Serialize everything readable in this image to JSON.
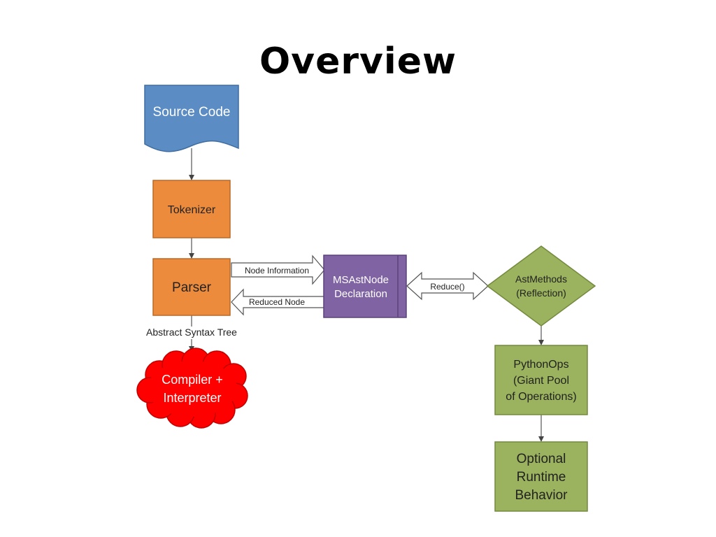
{
  "slide": {
    "title": "Overview"
  },
  "diagram": {
    "nodes": {
      "source_code": {
        "label": "Source Code",
        "shape": "document",
        "color": "#5b8cc4"
      },
      "tokenizer": {
        "label": "Tokenizer",
        "shape": "rectangle",
        "color": "#ec8b3c"
      },
      "parser": {
        "label": "Parser",
        "shape": "rectangle",
        "color": "#ec8b3c"
      },
      "compiler": {
        "label_line1": "Compiler +",
        "label_line2": "Interpreter",
        "shape": "cloud",
        "color": "#ff0000"
      },
      "msastnode": {
        "label_line1": "MSAstNode",
        "label_line2": "Declaration",
        "shape": "subprocess",
        "color": "#8063a3"
      },
      "astmethods": {
        "label_line1": "AstMethods",
        "label_line2": "(Reflection)",
        "shape": "diamond",
        "color": "#9bb25e"
      },
      "pythonops": {
        "label_line1": "PythonOps",
        "label_line2": "(Giant Pool",
        "label_line3": "of Operations)",
        "shape": "rectangle",
        "color": "#9bb25e"
      },
      "optional": {
        "label_line1": "Optional",
        "label_line2": "Runtime",
        "label_line3": "Behavior",
        "shape": "rectangle",
        "color": "#9bb25e"
      }
    },
    "edges": {
      "source_to_tokenizer": {
        "from": "Source Code",
        "to": "Tokenizer"
      },
      "tokenizer_to_parser": {
        "from": "Tokenizer",
        "to": "Parser"
      },
      "parser_to_compiler": {
        "from": "Parser",
        "to": "Compiler + Interpreter",
        "label": "Abstract Syntax Tree"
      },
      "node_information": {
        "from": "Parser",
        "to": "MSAstNode Declaration",
        "label": "Node Information"
      },
      "reduced_node": {
        "from": "MSAstNode Declaration",
        "to": "Parser",
        "label": "Reduced Node"
      },
      "reduce": {
        "between": [
          "MSAstNode Declaration",
          "AstMethods"
        ],
        "label": "Reduce()"
      },
      "astmethods_to_pythonops": {
        "from": "AstMethods",
        "to": "PythonOps"
      },
      "pythonops_to_optional": {
        "from": "PythonOps",
        "to": "Optional Runtime Behavior"
      }
    }
  }
}
